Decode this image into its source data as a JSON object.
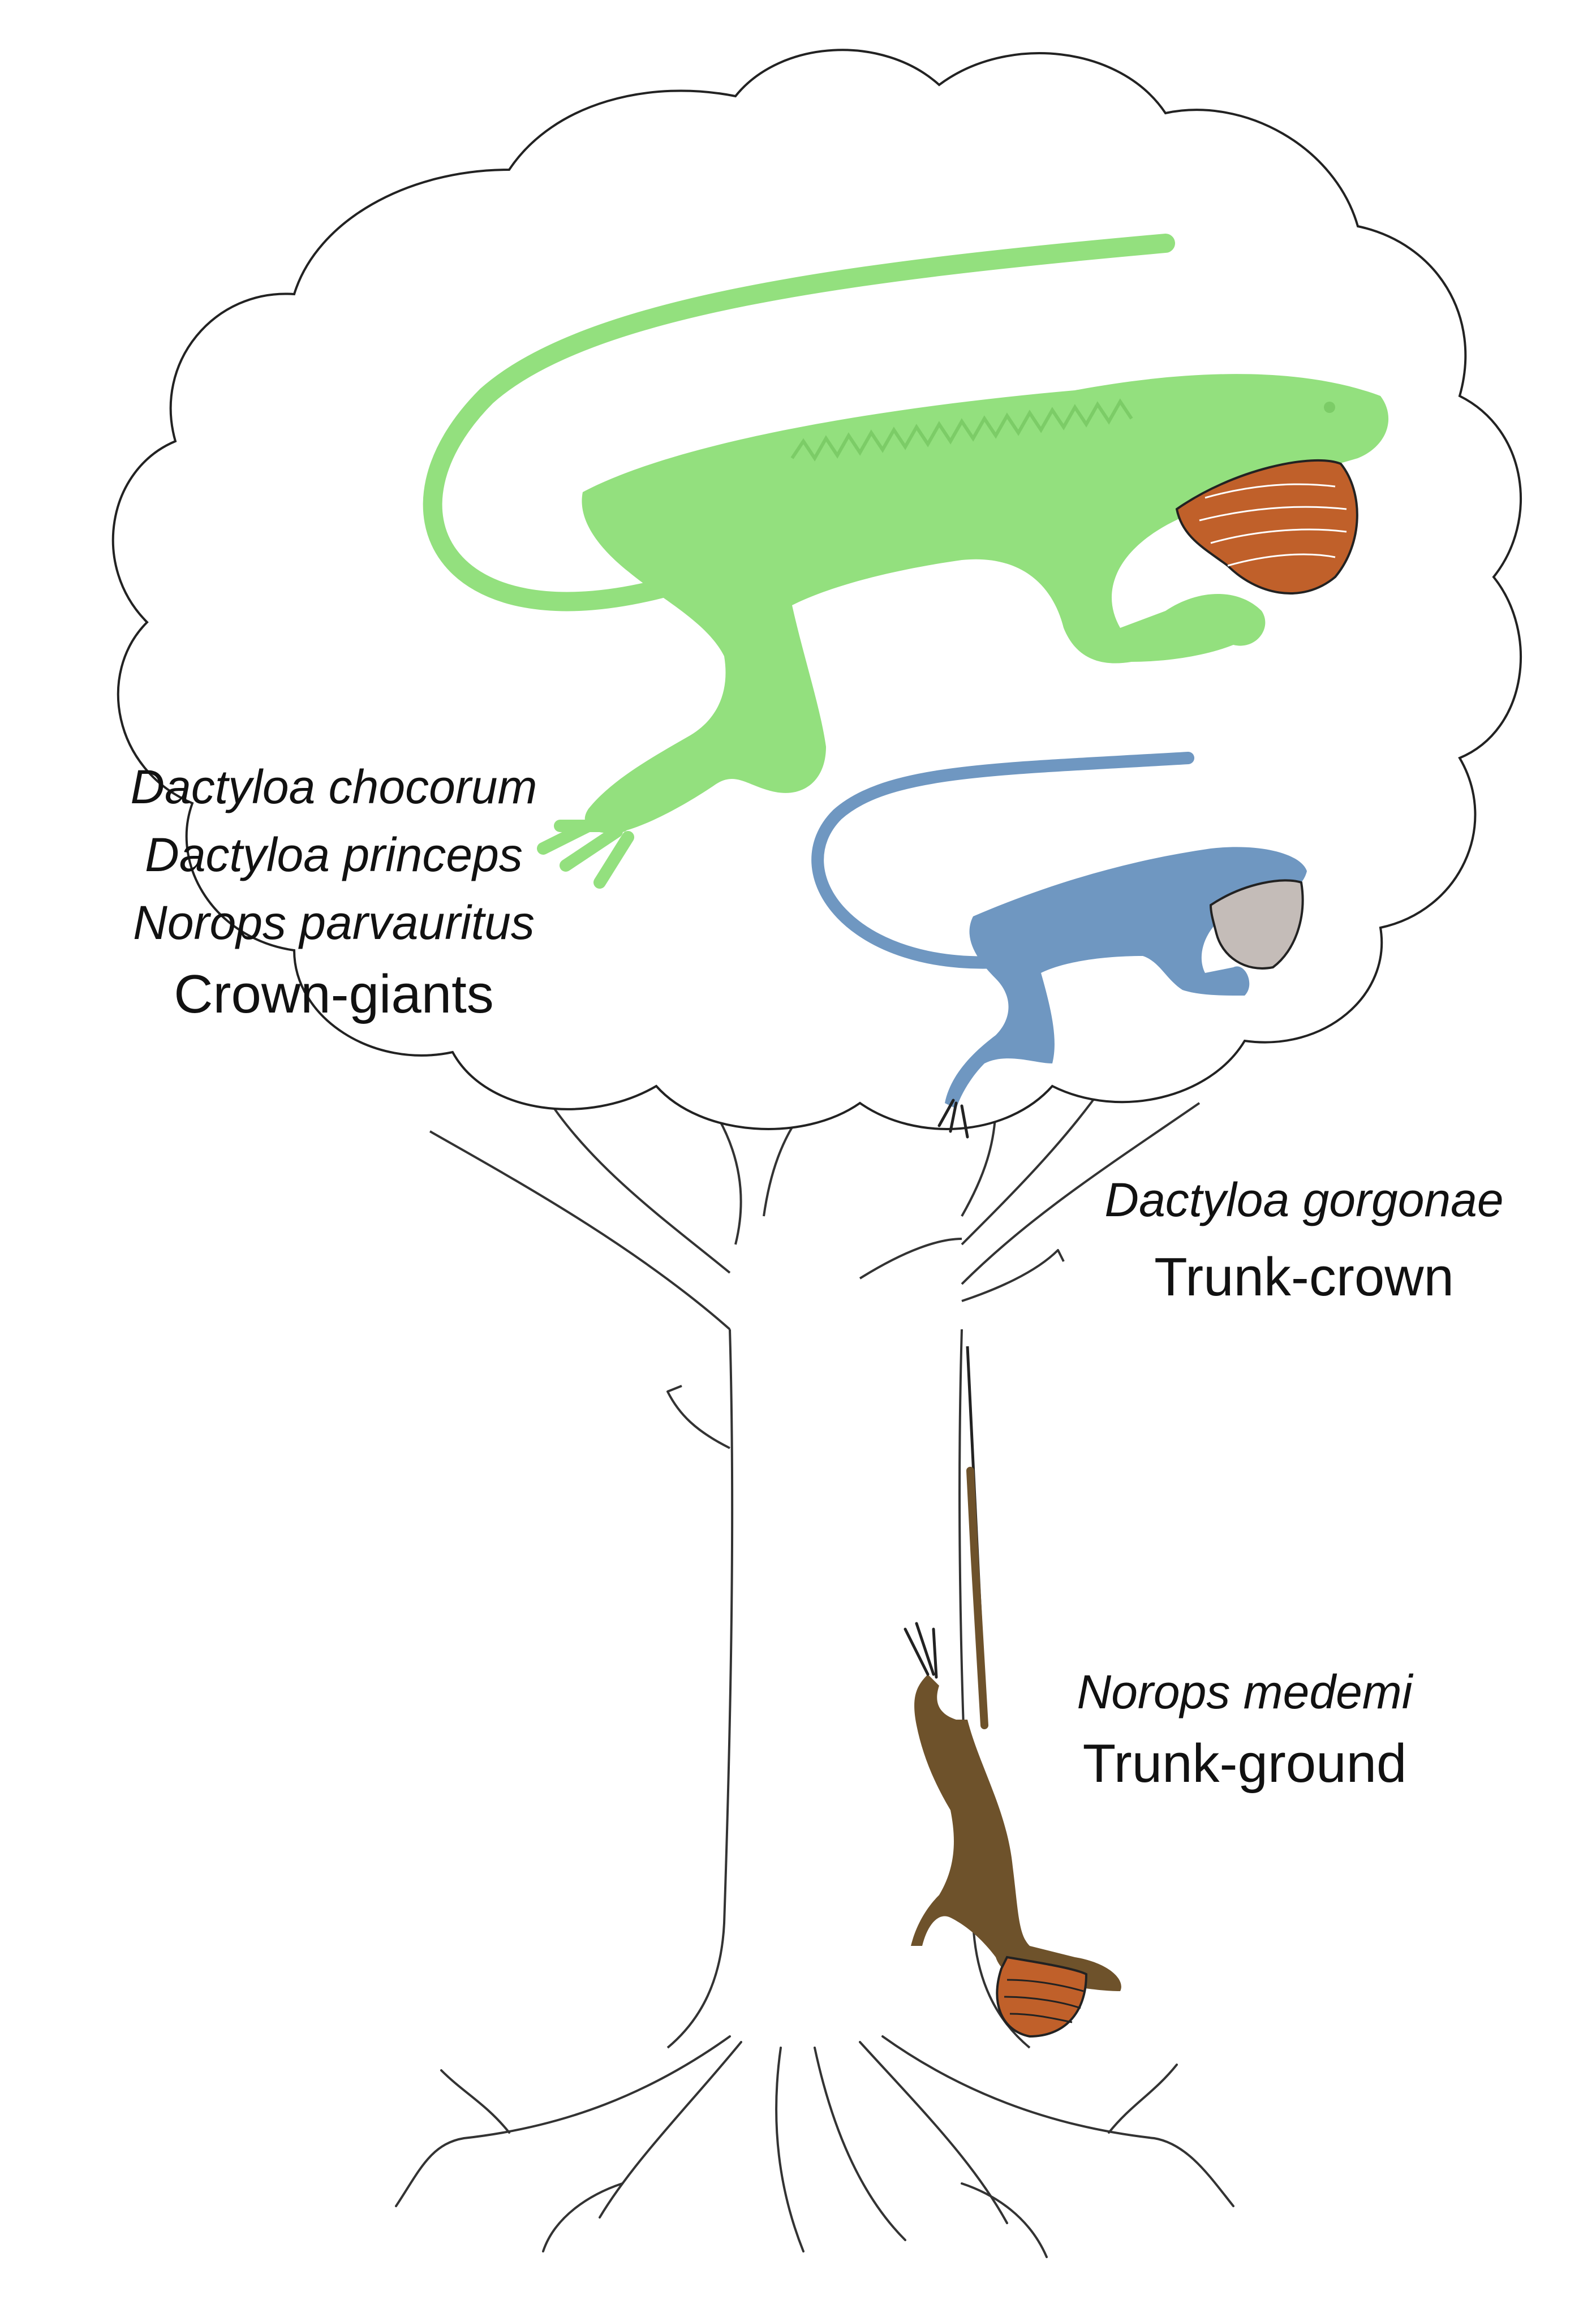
{
  "figure": {
    "groups": [
      {
        "species": [
          "Dactyloa chocorum",
          "Dactyloa princeps",
          "Norops parvauritus"
        ],
        "ecomorph": "Crown-giants"
      },
      {
        "species": [
          "Dactyloa gorgonae"
        ],
        "ecomorph": "Trunk-crown"
      },
      {
        "species": [
          "Norops medemi"
        ],
        "ecomorph": "Trunk-ground"
      }
    ],
    "colors": {
      "crown_giant_lizard": "#93e07e",
      "trunk_crown_lizard": "#6f97c1",
      "trunk_ground_lizard": "#6e522b",
      "dewlap_orange": "#c0602a",
      "dewlap_grey": "#c4bcb8",
      "outline": "#222222"
    }
  }
}
